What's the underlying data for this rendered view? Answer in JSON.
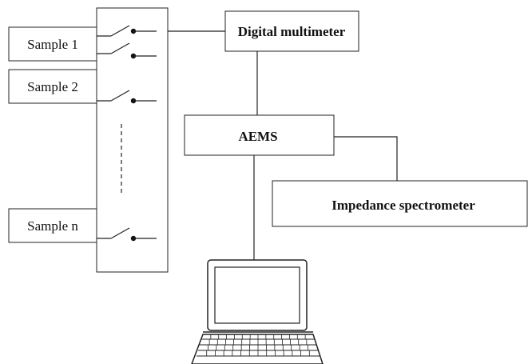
{
  "samples": [
    {
      "label": "Sample 1"
    },
    {
      "label": "Sample 2"
    },
    {
      "label": "Sample n"
    }
  ],
  "devices": {
    "multimeter": "Digital multimeter",
    "aems": "AEMS",
    "impedance": "Impedance spectrometer"
  },
  "icons": {
    "computer": "laptop-icon",
    "switch": "switch-icon",
    "ellipsis": "vertical-dashed-ellipsis"
  }
}
